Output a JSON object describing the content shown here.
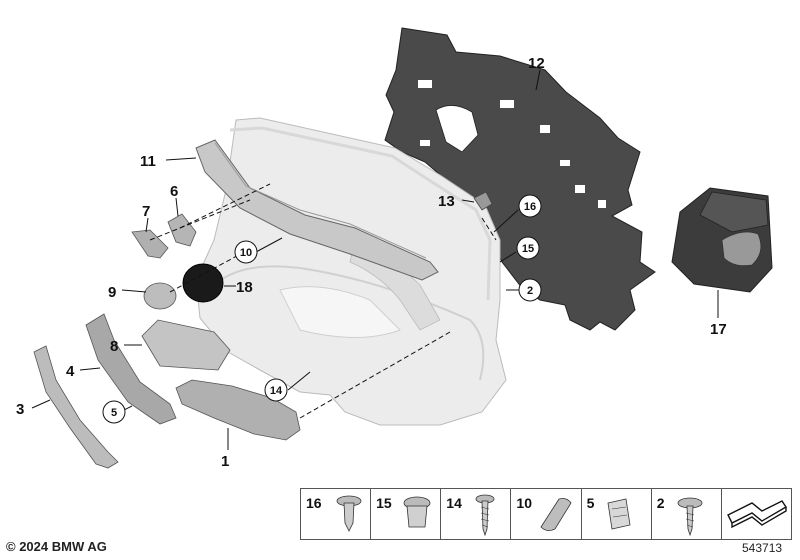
{
  "callouts": [
    {
      "id": "c1",
      "label": "1",
      "circled": false
    },
    {
      "id": "c2",
      "label": "2",
      "circled": true
    },
    {
      "id": "c3",
      "label": "3",
      "circled": false
    },
    {
      "id": "c4",
      "label": "4",
      "circled": false
    },
    {
      "id": "c5",
      "label": "5",
      "circled": true
    },
    {
      "id": "c6",
      "label": "6",
      "circled": false
    },
    {
      "id": "c7",
      "label": "7",
      "circled": false
    },
    {
      "id": "c8",
      "label": "8",
      "circled": false
    },
    {
      "id": "c9",
      "label": "9",
      "circled": false
    },
    {
      "id": "c10",
      "label": "10",
      "circled": true
    },
    {
      "id": "c11",
      "label": "11",
      "circled": false
    },
    {
      "id": "c12",
      "label": "12",
      "circled": false
    },
    {
      "id": "c13",
      "label": "13",
      "circled": false
    },
    {
      "id": "c14",
      "label": "14",
      "circled": true
    },
    {
      "id": "c15",
      "label": "15",
      "circled": true
    },
    {
      "id": "c16",
      "label": "16",
      "circled": true
    },
    {
      "id": "c17",
      "label": "17",
      "circled": false
    },
    {
      "id": "c18",
      "label": "18",
      "circled": false
    }
  ],
  "legend": {
    "items": [
      {
        "label": "16",
        "part": "expanding-rivet"
      },
      {
        "label": "15",
        "part": "expanding-nut"
      },
      {
        "label": "14",
        "part": "screw"
      },
      {
        "label": "10",
        "part": "clip"
      },
      {
        "label": "5",
        "part": "clamp"
      },
      {
        "label": "2",
        "part": "screw-washer"
      },
      {
        "label": "",
        "part": "symbol"
      }
    ]
  },
  "footer": {
    "copyright": "© 2024 BMW AG",
    "diagram_number": "543713"
  }
}
